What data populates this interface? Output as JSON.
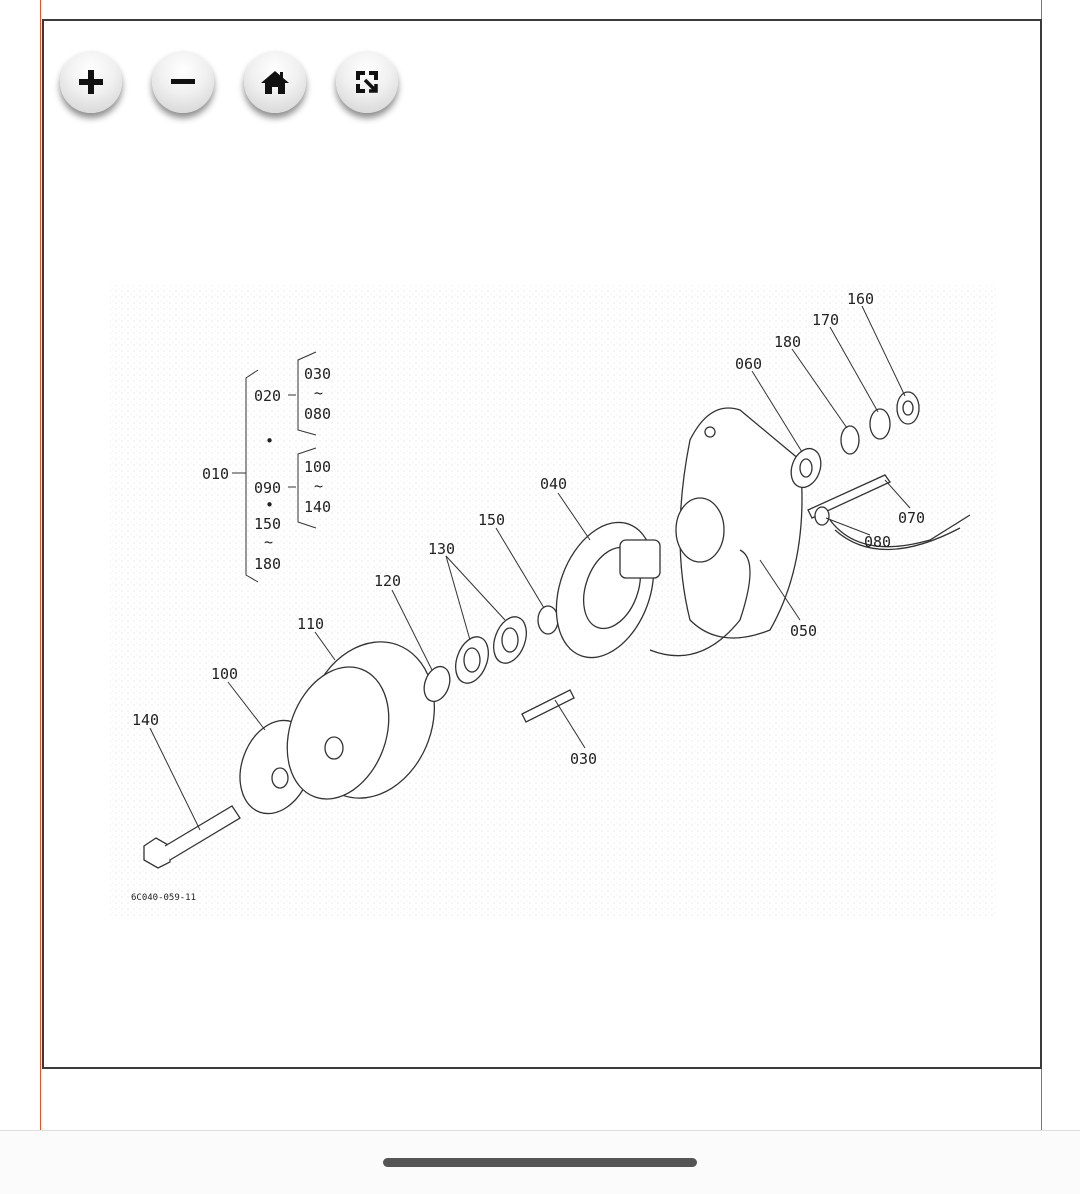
{
  "toolbar": {
    "zoom_in": "zoom-in",
    "zoom_out": "zoom-out",
    "home": "reset-view",
    "fullscreen": "fullscreen"
  },
  "diagram": {
    "figure_code": "6C040-059-11",
    "callouts": {
      "c160": "160",
      "c170": "170",
      "c180": "180",
      "c060": "060",
      "c040": "040",
      "c150": "150",
      "c130": "130",
      "c120": "120",
      "c110": "110",
      "c100": "100",
      "c140": "140",
      "c030": "030",
      "c050": "050",
      "c070": "070",
      "c080": "080"
    },
    "tree": {
      "root": "010",
      "g1": "020",
      "g1_from": "030",
      "g1_to": "080",
      "g2": "090",
      "g2_from": "100",
      "g2_to": "140",
      "g3_from": "150",
      "g3_to": "180",
      "tilde": "~",
      "dot": "•"
    }
  }
}
